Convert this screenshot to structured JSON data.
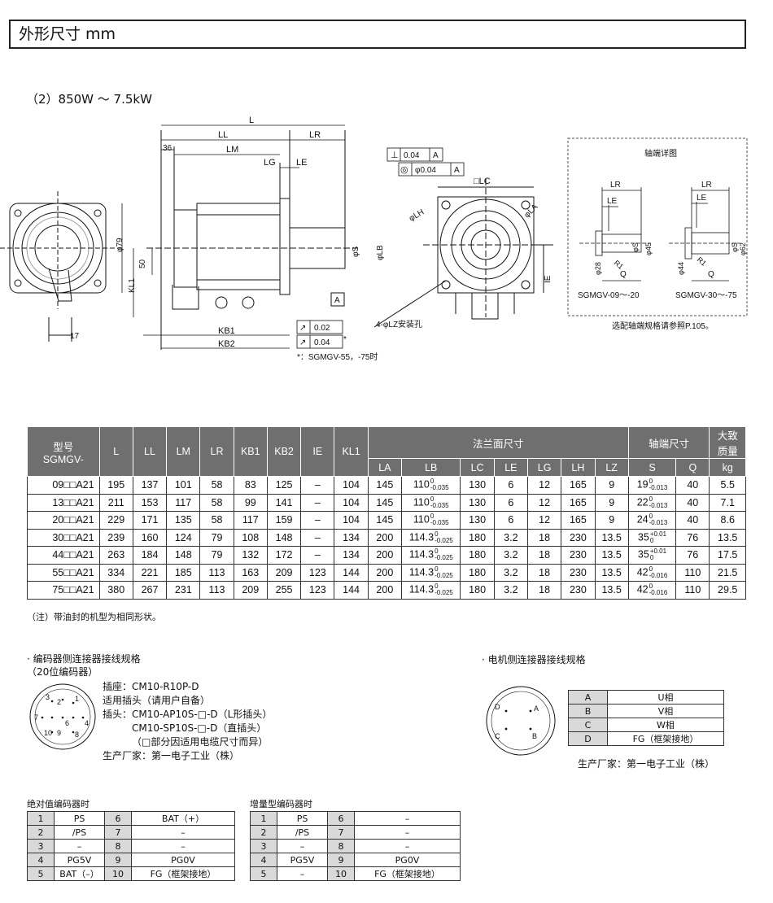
{
  "header": {
    "title": "外形尺寸 mm"
  },
  "section": {
    "title": "（2）850W ～ 7.5kW"
  },
  "drawing": {
    "dims": {
      "L": "L",
      "LL": "LL",
      "LR": "LR",
      "LM": "LM",
      "d36": "36",
      "LG": "LG",
      "LE": "LE",
      "phi79": "φ79",
      "d50": "50",
      "KL1": "KL1",
      "d17": "17",
      "KB1": "KB1",
      "KB2": "KB2",
      "phiS": "φS",
      "phiLB": "φLB",
      "A": "A",
      "LC": "□LC",
      "phiLA": "φLA",
      "phiLH": "φLH",
      "IE": "IE",
      "LZ": "4-φLZ安装孔"
    },
    "tolerances": {
      "perp_sym": "⊥",
      "perp_val": "0.04",
      "perp_ref": "A",
      "conc_sym": "◎",
      "conc_val": "φ0.04",
      "conc_ref": "A",
      "runout1_val": "0.02",
      "runout2_val": "0.04",
      "runout_sym": "↗",
      "star": "*",
      "footnote": "*：SGMGV-55，-75时"
    },
    "shaft_detail": {
      "title": "轴端详图",
      "left_caption": "SGMGV-09～-20",
      "right_caption": "SGMGV-30～-75",
      "phi28": "φ28",
      "phi44": "φ44",
      "phi45": "φ45",
      "phi62": "φ62",
      "R1": "R1",
      "Q": "Q",
      "phiS": "φS",
      "LR": "LR",
      "LE": "LE",
      "note": "选配轴端规格请参照P.105。"
    }
  },
  "spec_table": {
    "model_header": "型号\nSGMGV-",
    "model_l1": "型号",
    "model_l2": "SGMGV-",
    "headers": [
      "L",
      "LL",
      "LM",
      "LR",
      "KB1",
      "KB2",
      "IE",
      "KL1"
    ],
    "flange_group": "法兰面尺寸",
    "flange_cols": [
      "LA",
      "LB",
      "LC",
      "LE",
      "LG",
      "LH",
      "LZ"
    ],
    "shaft_group": "轴端尺寸",
    "shaft_cols": [
      "S",
      "Q"
    ],
    "mass_l1": "大致",
    "mass_l2": "质量",
    "mass_unit": "kg",
    "rows": [
      {
        "model": "09□□A21",
        "L": "195",
        "LL": "137",
        "LM": "101",
        "LR": "58",
        "KB1": "83",
        "KB2": "125",
        "IE": "–",
        "KL1": "104",
        "LA": "145",
        "LB": "110",
        "LB_up": "0",
        "LB_lo": "-0.035",
        "LC": "130",
        "LE": "6",
        "LG": "12",
        "LH": "165",
        "LZ": "9",
        "S": "19",
        "S_up": "0",
        "S_lo": "-0.013",
        "Q": "40",
        "mass": "5.5"
      },
      {
        "model": "13□□A21",
        "L": "211",
        "LL": "153",
        "LM": "117",
        "LR": "58",
        "KB1": "99",
        "KB2": "141",
        "IE": "–",
        "KL1": "104",
        "LA": "145",
        "LB": "110",
        "LB_up": "0",
        "LB_lo": "-0.035",
        "LC": "130",
        "LE": "6",
        "LG": "12",
        "LH": "165",
        "LZ": "9",
        "S": "22",
        "S_up": "0",
        "S_lo": "-0.013",
        "Q": "40",
        "mass": "7.1"
      },
      {
        "model": "20□□A21",
        "L": "229",
        "LL": "171",
        "LM": "135",
        "LR": "58",
        "KB1": "117",
        "KB2": "159",
        "IE": "–",
        "KL1": "104",
        "LA": "145",
        "LB": "110",
        "LB_up": "0",
        "LB_lo": "-0.035",
        "LC": "130",
        "LE": "6",
        "LG": "12",
        "LH": "165",
        "LZ": "9",
        "S": "24",
        "S_up": "0",
        "S_lo": "-0.013",
        "Q": "40",
        "mass": "8.6"
      },
      {
        "model": "30□□A21",
        "L": "239",
        "LL": "160",
        "LM": "124",
        "LR": "79",
        "KB1": "108",
        "KB2": "148",
        "IE": "–",
        "KL1": "134",
        "LA": "200",
        "LB": "114.3",
        "LB_up": "0",
        "LB_lo": "-0.025",
        "LC": "180",
        "LE": "3.2",
        "LG": "18",
        "LH": "230",
        "LZ": "13.5",
        "S": "35",
        "S_up": "+0.01",
        "S_lo": "0",
        "Q": "76",
        "mass": "13.5"
      },
      {
        "model": "44□□A21",
        "L": "263",
        "LL": "184",
        "LM": "148",
        "LR": "79",
        "KB1": "132",
        "KB2": "172",
        "IE": "–",
        "KL1": "134",
        "LA": "200",
        "LB": "114.3",
        "LB_up": "0",
        "LB_lo": "-0.025",
        "LC": "180",
        "LE": "3.2",
        "LG": "18",
        "LH": "230",
        "LZ": "13.5",
        "S": "35",
        "S_up": "+0.01",
        "S_lo": "0",
        "Q": "76",
        "mass": "17.5"
      },
      {
        "model": "55□□A21",
        "L": "334",
        "LL": "221",
        "LM": "185",
        "LR": "113",
        "KB1": "163",
        "KB2": "209",
        "IE": "123",
        "KL1": "144",
        "LA": "200",
        "LB": "114.3",
        "LB_up": "0",
        "LB_lo": "-0.025",
        "LC": "180",
        "LE": "3.2",
        "LG": "18",
        "LH": "230",
        "LZ": "13.5",
        "S": "42",
        "S_up": "0",
        "S_lo": "-0.016",
        "Q": "110",
        "mass": "21.5"
      },
      {
        "model": "75□□A21",
        "L": "380",
        "LL": "267",
        "LM": "231",
        "LR": "113",
        "KB1": "209",
        "KB2": "255",
        "IE": "123",
        "KL1": "144",
        "LA": "200",
        "LB": "114.3",
        "LB_up": "0",
        "LB_lo": "-0.025",
        "LC": "180",
        "LE": "3.2",
        "LG": "18",
        "LH": "230",
        "LZ": "13.5",
        "S": "42",
        "S_up": "0",
        "S_lo": "-0.016",
        "Q": "110",
        "mass": "29.5"
      }
    ]
  },
  "note": "（注）带油封的机型为相同形状。",
  "encoder": {
    "title1": "· 编码器侧连接器接线规格",
    "title2": "（20位编码器）",
    "pin_labels": [
      "3",
      "2",
      "1",
      "7",
      "6",
      "4",
      "10",
      "9",
      "8"
    ],
    "lines": [
      "插座：CM10-R10P-D",
      "适用插头（请用户自备）",
      "插头：CM10-AP10S-□-D（L形插头）",
      "CM10-SP10S-□-D（直插头）",
      "（□部分因适用电缆尺寸而异）",
      "生产厂家：第一电子工业（株）"
    ]
  },
  "motor_conn": {
    "title": "· 电机侧连接器接线规格",
    "pin_labels": [
      "D",
      "A",
      "C",
      "B"
    ],
    "rows": [
      {
        "k": "A",
        "v": "U相"
      },
      {
        "k": "B",
        "v": "V相"
      },
      {
        "k": "C",
        "v": "W相"
      },
      {
        "k": "D",
        "v": "FG（框架接地）"
      }
    ],
    "maker": "生产厂家：第一电子工业（株）"
  },
  "abs_table": {
    "label": "绝对值编码器时",
    "rows": [
      {
        "n1": "1",
        "v1": "PS",
        "n2": "6",
        "v2": "BAT（+）"
      },
      {
        "n1": "2",
        "v1": "/PS",
        "n2": "7",
        "v2": "–"
      },
      {
        "n1": "3",
        "v1": "–",
        "n2": "8",
        "v2": "–"
      },
      {
        "n1": "4",
        "v1": "PG5V",
        "n2": "9",
        "v2": "PG0V"
      },
      {
        "n1": "5",
        "v1": "BAT（–）",
        "n2": "10",
        "v2": "FG（框架接地）"
      }
    ]
  },
  "inc_table": {
    "label": "增量型编码器时",
    "rows": [
      {
        "n1": "1",
        "v1": "PS",
        "n2": "6",
        "v2": "–"
      },
      {
        "n1": "2",
        "v1": "/PS",
        "n2": "7",
        "v2": "–"
      },
      {
        "n1": "3",
        "v1": "–",
        "n2": "8",
        "v2": "–"
      },
      {
        "n1": "4",
        "v1": "PG5V",
        "n2": "9",
        "v2": "PG0V"
      },
      {
        "n1": "5",
        "v1": "–",
        "n2": "10",
        "v2": "FG（框架接地）"
      }
    ]
  }
}
